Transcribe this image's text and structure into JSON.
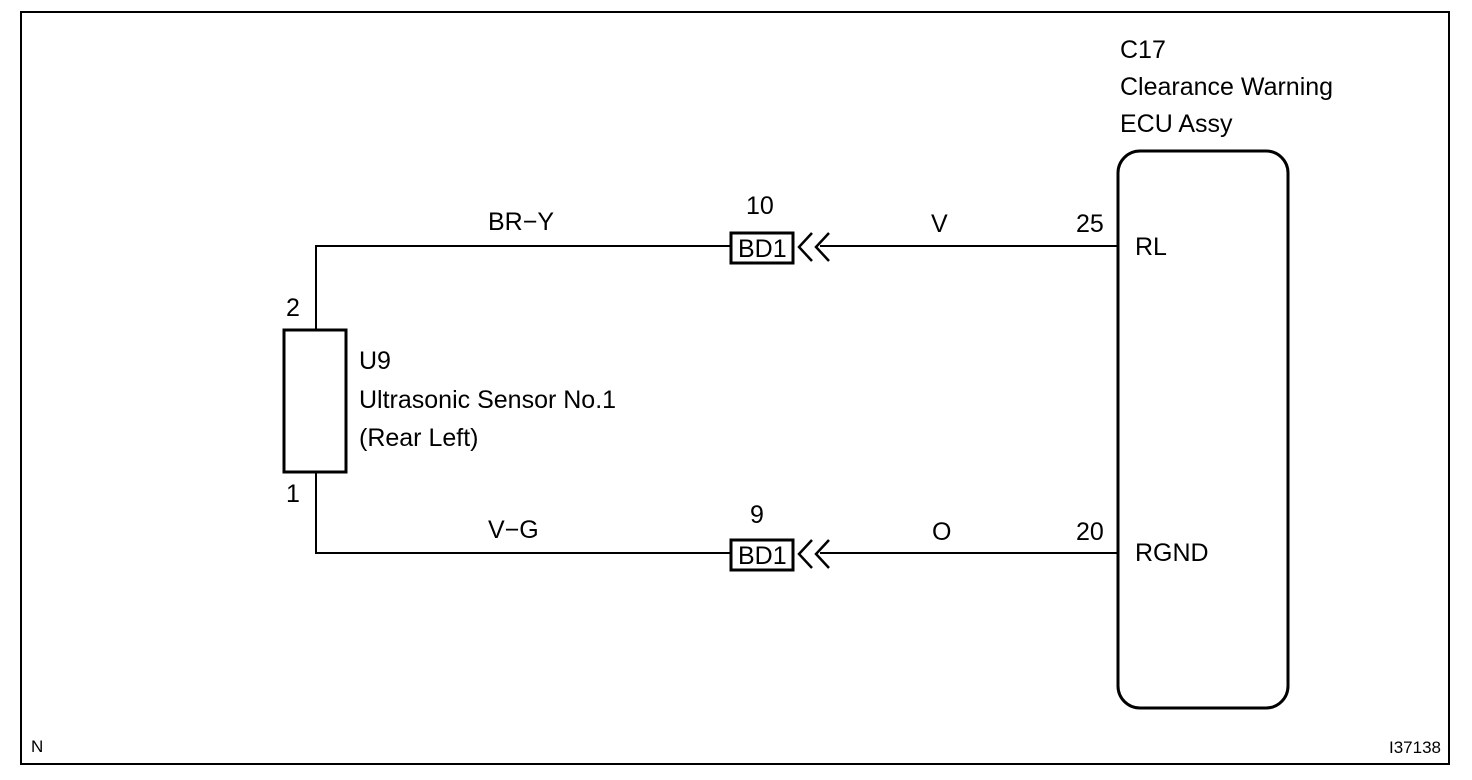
{
  "ecu": {
    "code": "C17",
    "name_line1": "Clearance Warning",
    "name_line2": "ECU Assy",
    "pin_rl_number": "25",
    "pin_rl_label": "RL",
    "pin_rgnd_number": "20",
    "pin_rgnd_label": "RGND"
  },
  "sensor": {
    "code": "U9",
    "name": "Ultrasonic Sensor No.1",
    "position": "(Rear Left)",
    "pin_top": "2",
    "pin_bottom": "1"
  },
  "connectors": {
    "top": {
      "label": "BD1",
      "pin": "10"
    },
    "bottom": {
      "label": "BD1",
      "pin": "9"
    }
  },
  "wires": {
    "top_left_color": "BR−Y",
    "top_right_color": "V",
    "bottom_left_color": "V−G",
    "bottom_right_color": "O"
  },
  "footer": {
    "corner_mark": "N",
    "figure_id": "I37138"
  }
}
